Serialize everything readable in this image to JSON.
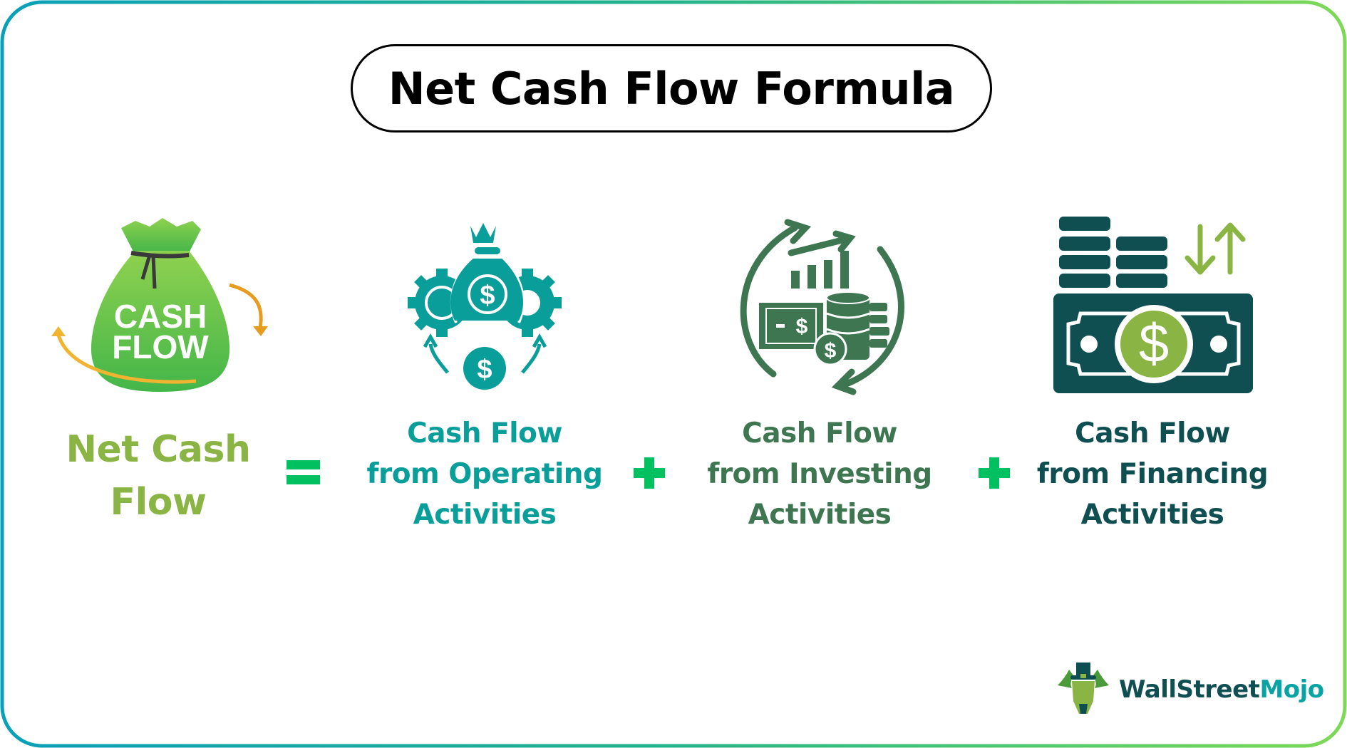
{
  "title": "Net Cash Flow Formula",
  "colors": {
    "border_start": "#0aa0b8",
    "border_end": "#7ed957",
    "operator": "#00c060",
    "net_cash_flow": "#8ab443",
    "operating": "#0a9e9a",
    "investing": "#3d7650",
    "financing": "#0f4f52"
  },
  "formula": {
    "result": {
      "icon": "cash-flow-bag-icon",
      "icon_text": [
        "CASH",
        "FLOW"
      ],
      "lines": [
        "Net Cash",
        "Flow"
      ]
    },
    "operator_equals": "=",
    "terms": [
      {
        "icon": "operating-gears-money-bag-icon",
        "lines": [
          "Cash Flow",
          "from Operating",
          "Activities"
        ]
      },
      {
        "icon": "investing-cycle-chart-cash-icon",
        "lines": [
          "Cash Flow",
          "from Investing",
          "Activities"
        ]
      },
      {
        "icon": "financing-banknote-coins-arrows-icon",
        "lines": [
          "Cash Flow",
          "from Financing",
          "Activities"
        ]
      }
    ],
    "operators_plus": [
      "+",
      "+"
    ]
  },
  "brand": {
    "logo_icon": "bull-with-hat-logo-icon",
    "name_part1": "WallStreet",
    "name_part2": "Mojo"
  }
}
